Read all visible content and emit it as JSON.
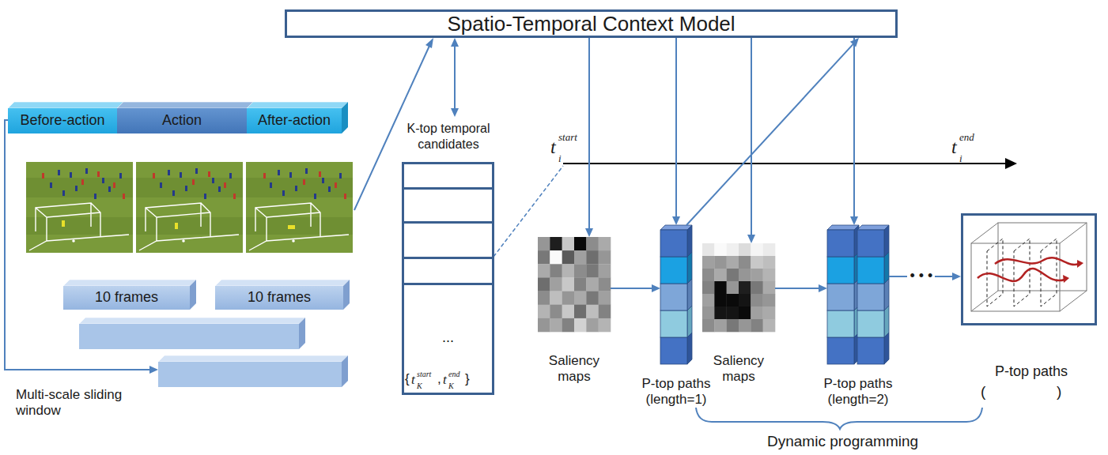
{
  "diagram": {
    "nodes": [
      {
        "text": [
          "Spatio-Temporal Context Model"
        ]
      },
      {
        "text": [
          "Before-action"
        ]
      },
      {
        "text": [
          "Action"
        ]
      },
      {
        "text": [
          "After-action"
        ]
      },
      {
        "text": [
          "10 frames"
        ]
      },
      {
        "text": [
          "10 frames"
        ]
      },
      {
        "text": [
          "K-top temporal candidates",
          "..."
        ]
      },
      {
        "text": [
          "Saliency maps"
        ]
      },
      {
        "text": [
          "P-top paths (length=1)"
        ]
      },
      {
        "text": [
          "Saliency maps"
        ]
      },
      {
        "text": [
          "P-top paths (length=2)"
        ]
      },
      {
        "text": [
          "P-top paths",
          "(",
          ")"
        ]
      }
    ],
    "edges": [
      {
        "from": 0,
        "to": 6,
        "arrow": "both"
      },
      {
        "from": 0,
        "to": 7,
        "arrow": "to"
      },
      {
        "from": 0,
        "to": 8,
        "arrow": "to"
      },
      {
        "from": 8,
        "to": 0,
        "arrow": "to"
      },
      {
        "from": 0,
        "to": 9,
        "arrow": "to"
      },
      {
        "from": 0,
        "to": 10,
        "arrow": "to"
      },
      {
        "from": 7,
        "to": 8,
        "arrow": "to"
      },
      {
        "from": 9,
        "to": 10,
        "arrow": "to"
      },
      {
        "from": 10,
        "to": 11,
        "arrow": "to",
        "label": "• • •"
      }
    ],
    "labels": [
      "Multi-scale sliding window",
      "t",
      "i",
      "start",
      "t",
      "i",
      "end",
      "{",
      "t",
      "K",
      "start",
      ",",
      "t",
      "K",
      "end",
      "}",
      "Dynamic programming"
    ]
  }
}
